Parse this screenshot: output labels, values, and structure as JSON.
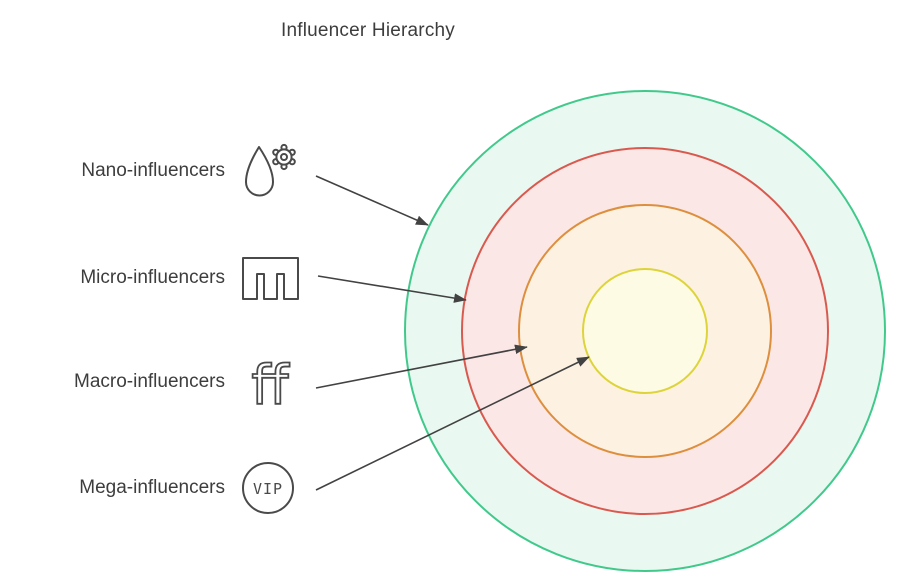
{
  "title": "Influencer Hierarchy",
  "levels": [
    {
      "label": "Nano-influencers",
      "icon": "nano-drop-gear-icon",
      "ring": {
        "stroke": "#41c98c",
        "fill": "#e9f9f1"
      }
    },
    {
      "label": "Micro-influencers",
      "icon": "micro-blocky-m-icon",
      "ring": {
        "stroke": "#d9594f",
        "fill": "#fbe7e5"
      }
    },
    {
      "label": "Macro-influencers",
      "icon": "macro-ff-icon",
      "icon_text": "ff",
      "ring": {
        "stroke": "#de8f3e",
        "fill": "#fdf2e2"
      }
    },
    {
      "label": "Mega-influencers",
      "icon": "mega-vip-icon",
      "icon_text": "VIP",
      "ring": {
        "stroke": "#ddd43c",
        "fill": "#fdfbe3"
      }
    }
  ],
  "colors": {
    "arrow": "#424242",
    "icon_stroke": "#4a4a4a",
    "text": "#3d3d3d"
  }
}
